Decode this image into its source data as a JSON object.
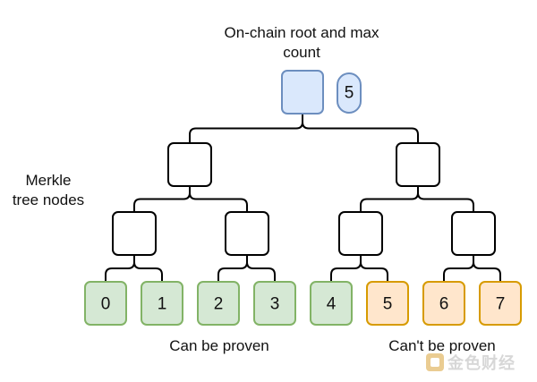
{
  "title_lines": [
    "On-chain root and max",
    "count"
  ],
  "max_count": "5",
  "merkle_label_lines": [
    "Merkle",
    "tree nodes"
  ],
  "leaves": [
    "0",
    "1",
    "2",
    "3",
    "4",
    "5",
    "6",
    "7"
  ],
  "proven_leaves": 5,
  "captions": {
    "can_prove": "Can be proven",
    "cant_prove": "Can't be proven"
  },
  "watermark_text": "金色财经",
  "colors": {
    "root_fill": "#dae8fc",
    "root_stroke": "#6c8ebf",
    "proven_fill": "#d5e8d4",
    "proven_stroke": "#82b366",
    "unproven_fill": "#ffe6cc",
    "unproven_stroke": "#d79b00",
    "node_stroke": "#000000"
  }
}
